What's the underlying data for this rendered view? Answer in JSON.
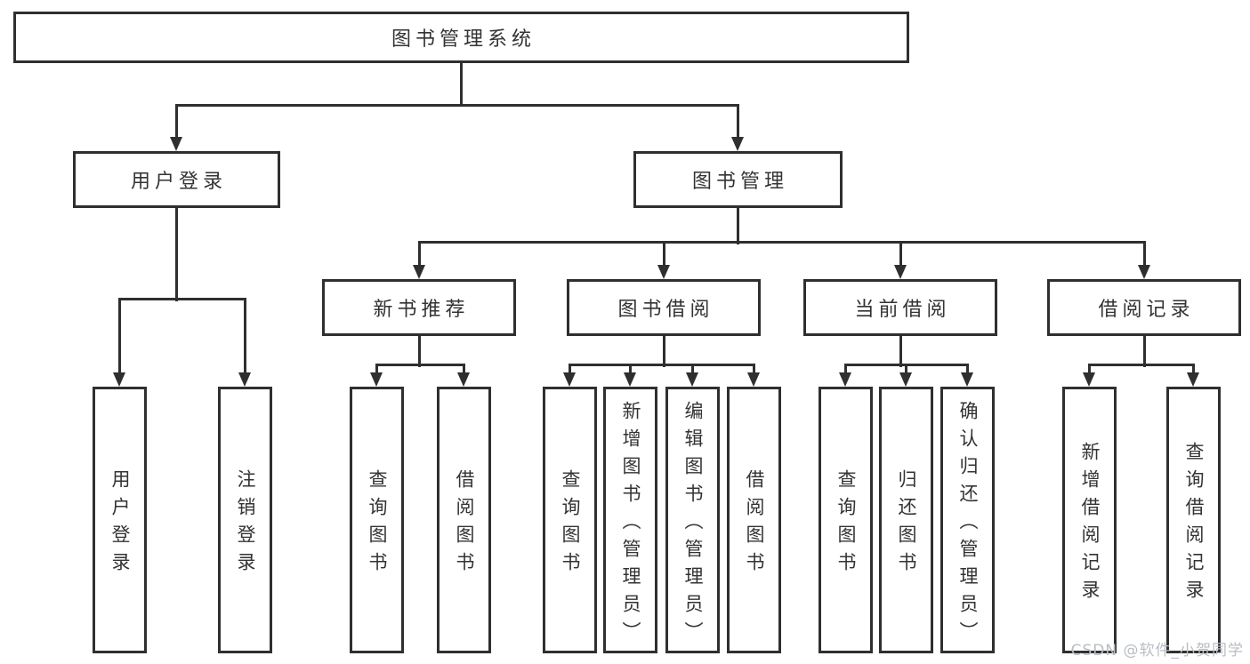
{
  "tree": {
    "root": {
      "label": "图书管理系统",
      "children": [
        {
          "label": "用户登录",
          "children": [
            {
              "label": "用户登录"
            },
            {
              "label": "注销登录"
            }
          ]
        },
        {
          "label": "图书管理",
          "children": [
            {
              "label": "新书推荐",
              "children": [
                {
                  "label": "查询图书"
                },
                {
                  "label": "借阅图书"
                }
              ]
            },
            {
              "label": "图书借阅",
              "children": [
                {
                  "label": "查询图书"
                },
                {
                  "label": "新增图书（管理员）"
                },
                {
                  "label": "编辑图书（管理员）"
                },
                {
                  "label": "借阅图书"
                }
              ]
            },
            {
              "label": "当前借阅",
              "children": [
                {
                  "label": "查询图书"
                },
                {
                  "label": "归还图书"
                },
                {
                  "label": "确认归还（管理员）"
                }
              ]
            },
            {
              "label": "借阅记录",
              "children": [
                {
                  "label": "新增借阅记录"
                },
                {
                  "label": "查询借阅记录"
                }
              ]
            }
          ]
        }
      ]
    }
  },
  "watermark": {
    "text": "CSDN @软件_小贺同学"
  },
  "colors": {
    "background": "#ffffff",
    "line": "#2f2f2f",
    "text": "#333333",
    "watermark": "#b9bdc4"
  }
}
